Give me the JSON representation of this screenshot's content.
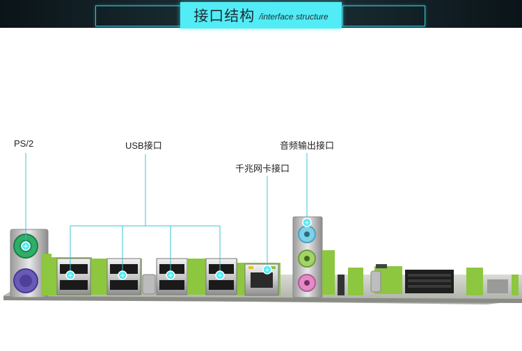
{
  "header": {
    "title": "接口结构",
    "subtitle": "/interface structure"
  },
  "labels": {
    "ps2": "PS/2",
    "usb": "USB接口",
    "lan": "千兆网卡接口",
    "audio": "音频输出接口"
  },
  "colors": {
    "accent": "#52ecf6",
    "pcb_green": "#8dc63f",
    "ps2_keyboard": "#2fae6a",
    "ps2_mouse": "#6a5ab8",
    "audio_blue": "#7ed1e8",
    "audio_green": "#a3d36a",
    "audio_pink": "#e38ac7"
  }
}
